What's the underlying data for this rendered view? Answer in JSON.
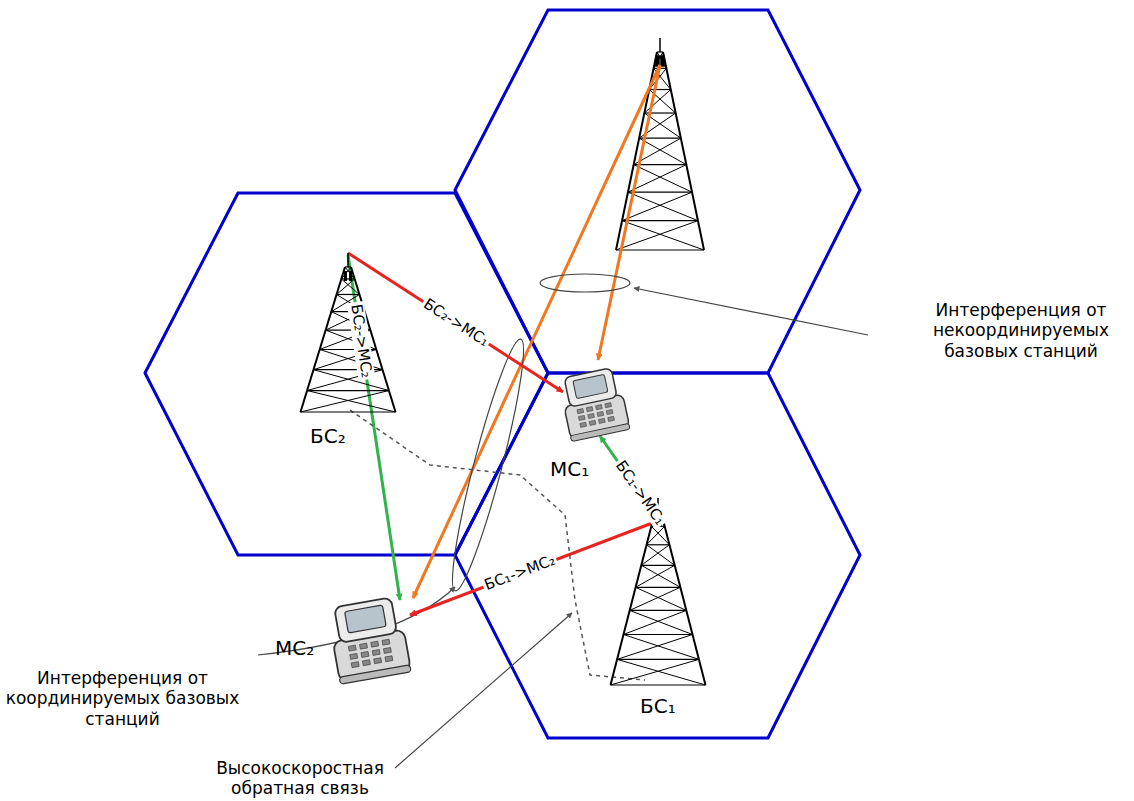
{
  "diagram": {
    "nodes": [
      {
        "text": [
          "БС₂"
        ]
      },
      {
        "text": [
          "МС₁"
        ]
      },
      {
        "text": [
          "МС₂"
        ]
      },
      {
        "text": [
          "БС₁"
        ]
      }
    ],
    "edges": [
      {
        "from": 0,
        "to": 1,
        "label": "БС₂->МС₁",
        "arrow": "to"
      },
      {
        "from": 0,
        "to": 2,
        "label": "БС₂->МС₂",
        "arrow": "to"
      },
      {
        "from": 3,
        "to": 2,
        "label": "БС₁->МС₂",
        "arrow": "to"
      },
      {
        "from": 3,
        "to": 1,
        "label": "БС₁->МС₁",
        "arrow": "to"
      },
      {
        "from": 0,
        "to": 3,
        "arrow": "none"
      }
    ],
    "labels": [
      "Интерференция от некоординируемых базовых станций",
      "Интерференция от координируемых базовых станций",
      "Высокоскоростная обратная связь"
    ]
  }
}
